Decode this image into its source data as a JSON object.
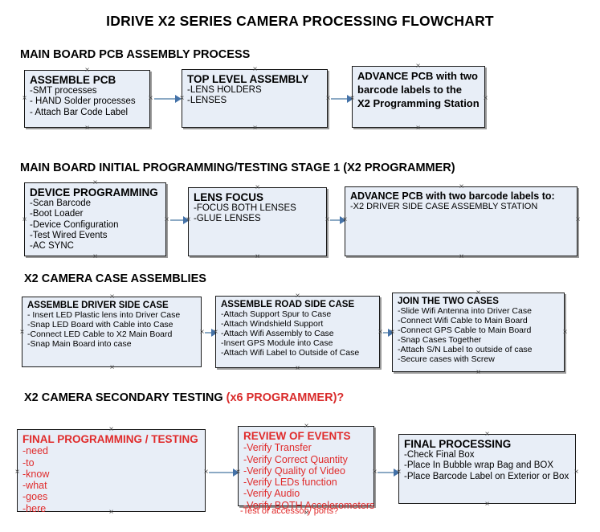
{
  "page": {
    "title": "IDRIVE X2  SERIES CAMERA PROCESSING FLOWCHART",
    "box_fill": "#e8eef7",
    "box_border": "#1a1a1a",
    "connector_color": "#8ba9c4",
    "arrow_color": "#4472a8",
    "accent_red": "#e02b2b"
  },
  "sections": [
    {
      "id": "main-board-pcb-assembly",
      "header": "MAIN BOARD PCB ASSEMBLY PROCESS",
      "header_accent": "",
      "boxes": [
        {
          "id": "assemble-pcb",
          "title": "ASSEMBLE PCB",
          "lines": [
            "-SMT processes",
            "- HAND Solder processes",
            "- Attach Bar Code Label"
          ]
        },
        {
          "id": "top-level-assembly",
          "title": "TOP LEVEL ASSEMBLY",
          "lines": [
            "-LENS HOLDERS",
            "-LENSES"
          ]
        },
        {
          "id": "advance-pcb-programming-station",
          "title": "ADVANCE PCB with two",
          "title2": "barcode labels to the",
          "title3": " X2 Programming Station",
          "lines": []
        }
      ]
    },
    {
      "id": "main-board-initial-programming",
      "header": "MAIN BOARD INITIAL PROGRAMMING/TESTING STAGE 1 (X2 PROGRAMMER)",
      "header_accent": "",
      "boxes": [
        {
          "id": "device-programming",
          "title": "DEVICE PROGRAMMING",
          "lines": [
            "-Scan Barcode",
            "-Boot Loader",
            "-Device Configuration",
            "-Test Wired Events",
            "-AC SYNC"
          ]
        },
        {
          "id": "lens-focus",
          "title": "LENS FOCUS",
          "lines": [
            "-FOCUS BOTH LENSES",
            "-GLUE LENSES"
          ]
        },
        {
          "id": "advance-pcb-driver-side-case",
          "title": "ADVANCE PCB with two barcode labels to:",
          "lines": [
            "-X2 DRIVER  SIDE  CASE  ASSEMBLY STATION"
          ]
        }
      ]
    },
    {
      "id": "x2-camera-case-assemblies",
      "header": "X2 CAMERA CASE ASSEMBLIES",
      "header_accent": "",
      "boxes": [
        {
          "id": "assemble-driver-side-case",
          "title": "ASSEMBLE DRIVER SIDE CASE",
          "lines": [
            "- Insert LED Plastic lens into Driver Case",
            "-Snap LED Board with Cable into Case",
            "-Connect LED Cable to X2 Main Board",
            "-Snap Main Board into case"
          ]
        },
        {
          "id": "assemble-road-side-case",
          "title": "ASSEMBLE ROAD SIDE CASE",
          "lines": [
            "-Attach Support Spur to Case",
            "-Attach Windshield Support",
            "-Attach Wifi Assembly to Case",
            "-Insert GPS Module into Case",
            "-Attach Wifi Label to Outside of Case"
          ]
        },
        {
          "id": "join-the-two-cases",
          "title": "JOIN THE TWO CASES",
          "lines": [
            "-Slide Wifi Antenna into Driver Case",
            "-Connect Wifi Cable to Main Board",
            "-Connect GPS Cable to Main Board",
            "-Snap Cases Together",
            "-Attach S/N Label to outside of case",
            "-Secure cases with Screw"
          ]
        }
      ]
    },
    {
      "id": "x2-camera-secondary-testing",
      "header": "X2 CAMERA SECONDARY TESTING ",
      "header_accent": "(x6 PROGRAMMER)?",
      "boxes": [
        {
          "id": "final-programming-testing",
          "title": "FINAL PROGRAMMING / TESTING",
          "lines": [
            "-need",
            "-to",
            "-know",
            "-what",
            "-goes",
            "-here"
          ]
        },
        {
          "id": "review-of-events",
          "title": "REVIEW OF EVENTS",
          "lines": [
            "-Verify Transfer",
            "-Verify Correct Quantity",
            "-Verify Quality of Video",
            "-Verify LEDs function",
            "-Verify Audio",
            "-Verify BOTH Accelerometers"
          ],
          "overflow_line": "-Test of accessory ports?"
        },
        {
          "id": "final-processing",
          "title": "FINAL PROCESSING",
          "lines": [
            " -Check Final Box",
            "-Place In Bubble wrap Bag and BOX",
            "-Place Barcode Label on Exterior or Box"
          ]
        }
      ]
    }
  ]
}
